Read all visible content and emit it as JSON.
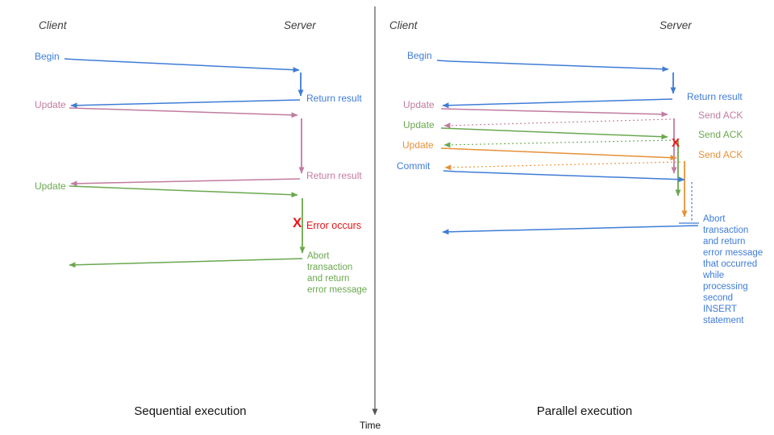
{
  "colors": {
    "blue": "#3f7cd6",
    "pink": "#c27ba0",
    "green": "#6aa84f",
    "orange": "#e69138",
    "red": "#ea1414",
    "axis": "#555555"
  },
  "timeline": {
    "label": "Time"
  },
  "left_panel": {
    "caption": "Sequential execution",
    "client": "Client",
    "server": "Server",
    "labels": {
      "begin": "Begin",
      "return_result_1": "Return result",
      "update_1": "Update",
      "return_result_2": "Return result",
      "update_2": "Update",
      "error_mark": "X",
      "error_text": "Error occurs",
      "abort_text": "Abort\ntransaction\nand return\nerror message"
    }
  },
  "right_panel": {
    "caption": "Parallel execution",
    "client": "Client",
    "server": "Server",
    "labels": {
      "begin": "Begin",
      "return_result": "Return result",
      "update_1": "Update",
      "send_ack_1": "Send ACK",
      "update_2": "Update",
      "send_ack_2": "Send ACK",
      "update_3": "Update",
      "send_ack_3": "Send ACK",
      "commit": "Commit",
      "error_mark": "X",
      "abort_text": "Abort\ntransaction\nand return\nerror message\nthat occurred\nwhile\nprocessing\nsecond\nINSERT\nstatement"
    }
  }
}
